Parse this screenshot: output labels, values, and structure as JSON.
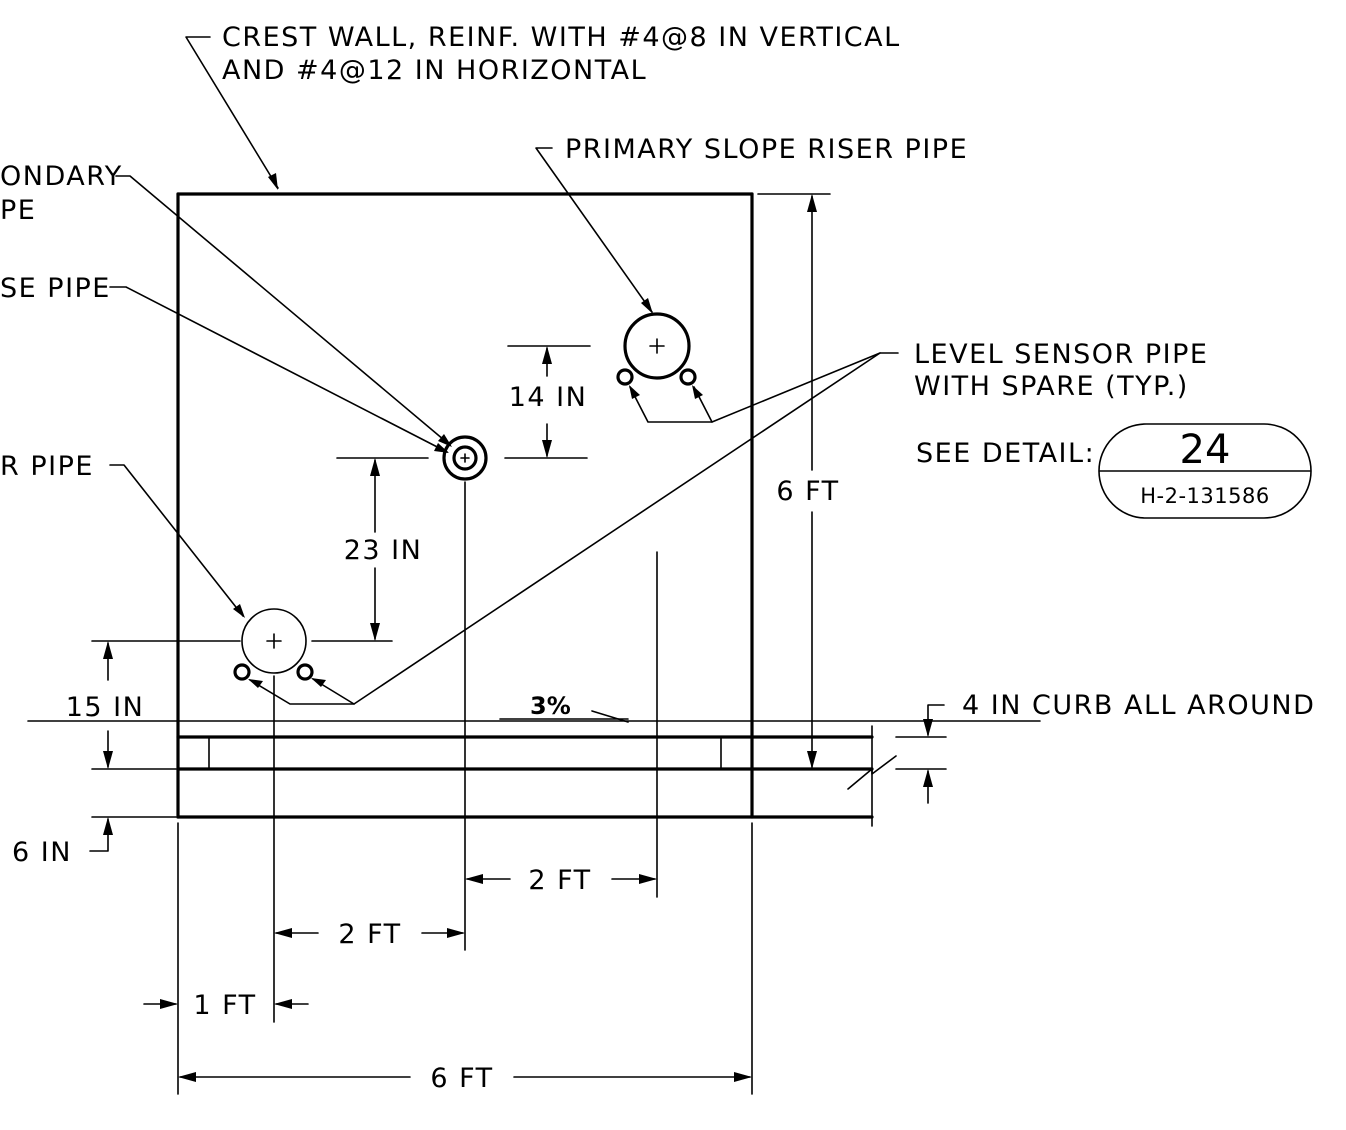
{
  "labels": {
    "crest_wall_line1": "CREST WALL, REINF. WITH #4@8 IN VERTICAL",
    "crest_wall_line2": "AND #4@12 IN HORIZONTAL",
    "secondary_line1": "ONDARY",
    "secondary_line2": "PE",
    "se_pipe": "SE PIPE",
    "r_pipe": "R PIPE",
    "primary_slope_riser": "PRIMARY SLOPE RISER PIPE",
    "level_sensor_line1": "LEVEL SENSOR PIPE",
    "level_sensor_line2": "WITH SPARE (TYP.)",
    "see_detail": "SEE DETAIL:",
    "curb": "4 IN CURB ALL AROUND",
    "slope": "3%"
  },
  "detail_callout": {
    "number": "24",
    "sheet": "H-2-131586"
  },
  "dimensions": {
    "d_14in": "14 IN",
    "d_23in": "23 IN",
    "d_15in": "15 IN",
    "d_6in": "6 IN",
    "d_6ft_vertical": "6 FT",
    "d_2ft_upper": "2 FT",
    "d_2ft_lower": "2 FT",
    "d_1ft": "1 FT",
    "d_6ft_horizontal": "6 FT"
  }
}
